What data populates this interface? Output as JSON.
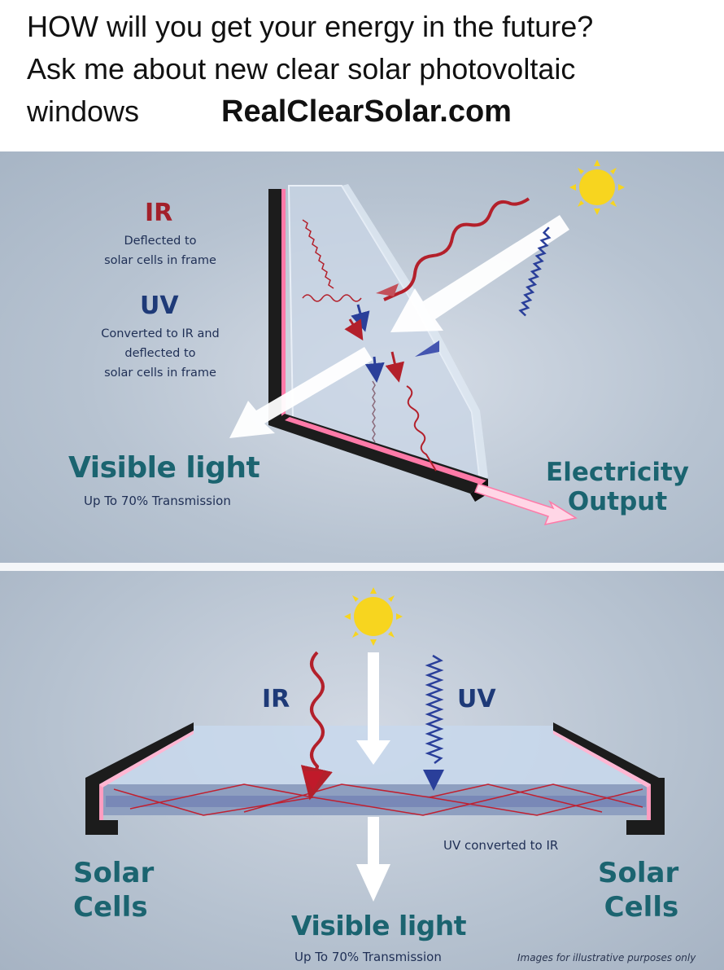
{
  "caption": {
    "line1": "HOW will you get your energy in the future?",
    "line2": "Ask me about new clear solar photovoltaic",
    "line3": "windows",
    "website": "RealClearSolar.com"
  },
  "top_panel": {
    "ir_title": "IR",
    "ir_desc": [
      "Deflected to",
      "solar cells in frame"
    ],
    "uv_title": "UV",
    "uv_desc": [
      "Converted to IR and",
      "deflected to",
      "solar cells in frame"
    ],
    "visible_title": "Visible light",
    "visible_sub": "Up To 70% Transmission",
    "output_label": [
      "Electricity",
      "Output"
    ]
  },
  "bottom_panel": {
    "ir_label": "IR",
    "uv_label": "UV",
    "uv_converted": "UV converted to IR",
    "left_cells": [
      "Solar",
      "Cells"
    ],
    "right_cells": [
      "Solar",
      "Cells"
    ],
    "visible_title": "Visible light",
    "visible_sub": "Up To 70% Transmission",
    "disclaimer": "Images for illustrative purposes only"
  },
  "colors": {
    "ir": "#b3202b",
    "uv": "#2a3f9a",
    "teal_text": "#1b6470",
    "sun": "#f7d51f",
    "frame": "#1c1c1c",
    "frame_glow": "#ff7aa8"
  },
  "icons": [
    "sun-icon",
    "arrow-icon",
    "wave-icon"
  ]
}
